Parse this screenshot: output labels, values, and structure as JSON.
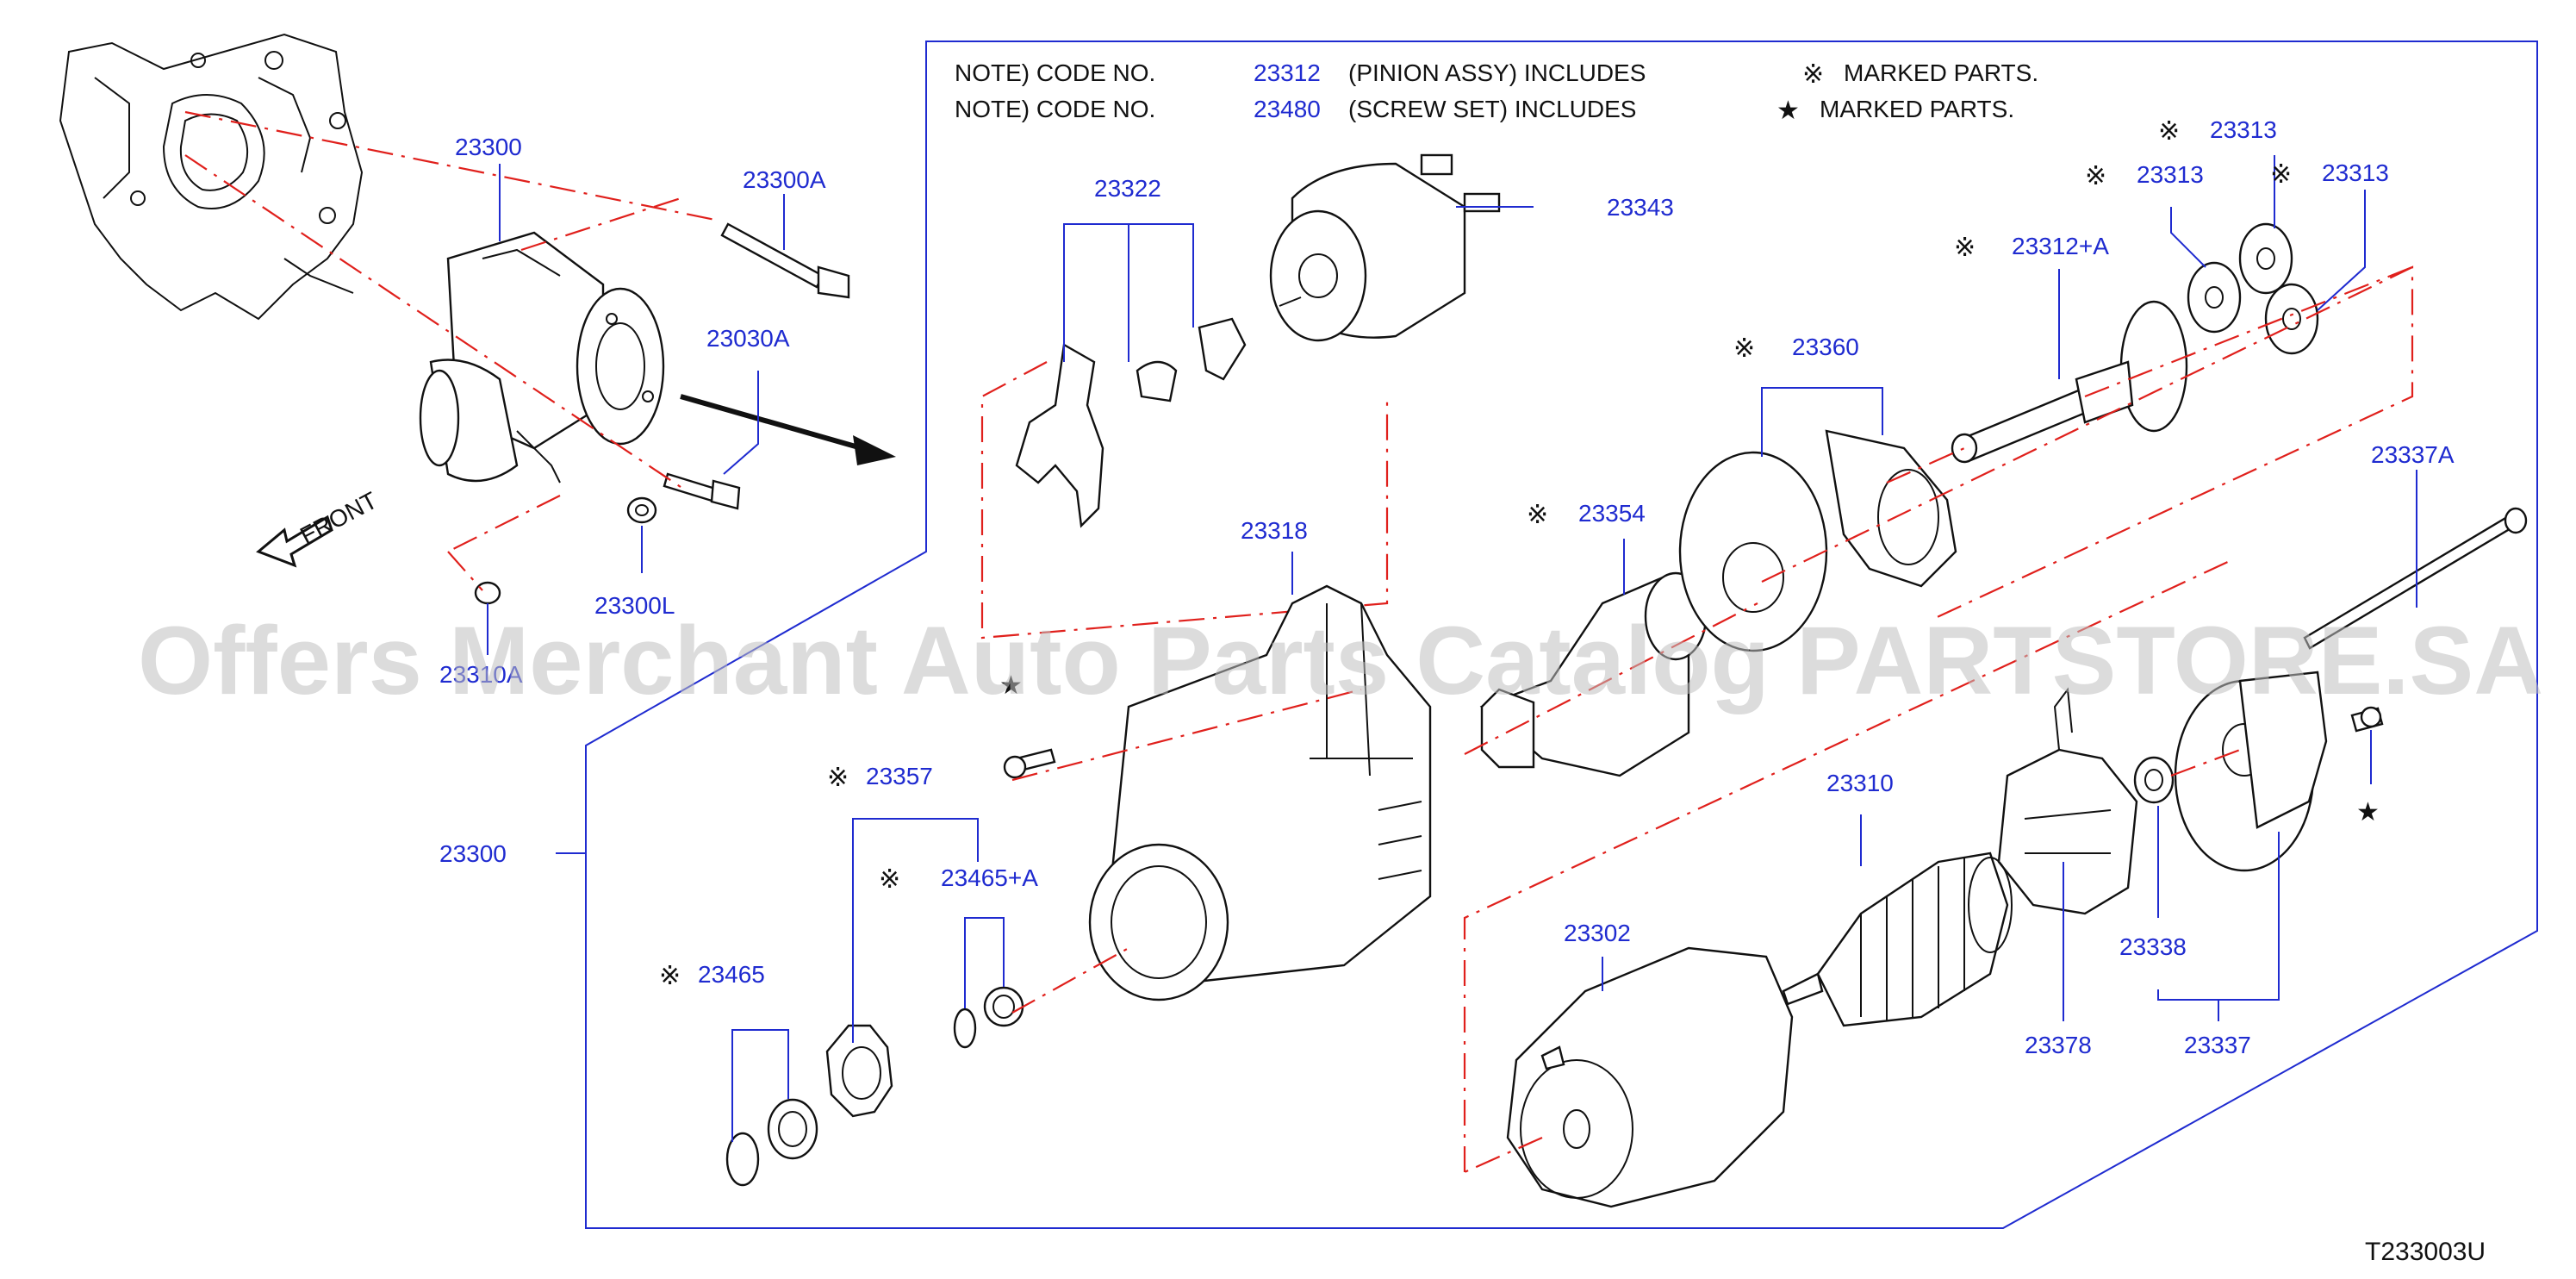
{
  "notes": [
    {
      "prefix": "NOTE)  CODE  NO.",
      "code": "23312",
      "desc": "(PINION  ASSY)  INCLUDES",
      "mark": "※",
      "suffix": "MARKED  PARTS."
    },
    {
      "prefix": "NOTE)  CODE  NO.",
      "code": "23480",
      "desc": "(SCREW  SET)  INCLUDES",
      "mark": "★",
      "suffix": "MARKED  PARTS."
    }
  ],
  "labels": {
    "p23300_top": "23300",
    "p23300A": "23300A",
    "p23030A": "23030A",
    "p23300L": "23300L",
    "p23310A": "23310A",
    "p23300_main": "23300",
    "p23322": "23322",
    "p23343": "23343",
    "p23318": "23318",
    "p23357": "23357",
    "p23465A": "23465+A",
    "p23465": "23465",
    "p23354": "23354",
    "p23360": "23360",
    "p23312A": "23312+A",
    "p23313_a": "23313",
    "p23313_b": "23313",
    "p23313_c": "23313",
    "p23337A": "23337A",
    "p23302": "23302",
    "p23310": "23310",
    "p23378": "23378",
    "p23338": "23338",
    "p23337": "23337"
  },
  "marks": {
    "ref": "※",
    "star": "★"
  },
  "front_label": "FRONT",
  "watermark": "Offers Merchant Auto Parts Catalog PARTSTORE.SA",
  "diagram_code": "T233003U",
  "colors": {
    "label": "#1f2bd0",
    "dash": "#e0201c"
  }
}
